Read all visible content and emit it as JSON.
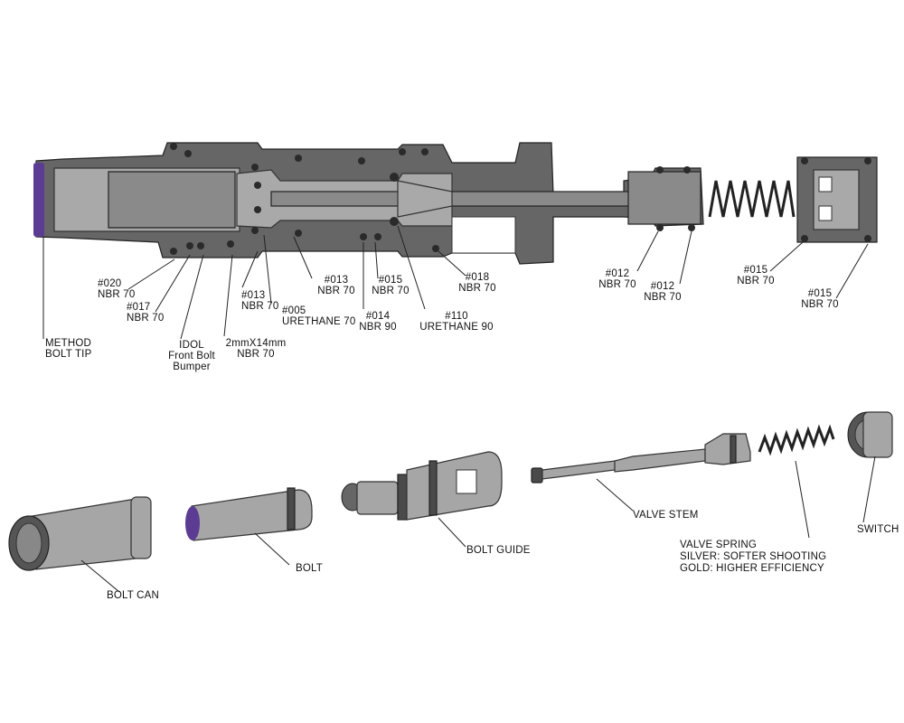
{
  "section_labels": [
    {
      "id": "l020",
      "lines": [
        "#020",
        "NBR 70"
      ]
    },
    {
      "id": "l017",
      "lines": [
        "#017",
        "NBR 70"
      ]
    },
    {
      "id": "lmethod",
      "lines": [
        "METHOD",
        "BOLT TIP"
      ]
    },
    {
      "id": "lidol",
      "lines": [
        "IDOL",
        "Front Bolt",
        "Bumper"
      ]
    },
    {
      "id": "l2mm",
      "lines": [
        "2mmX14mm",
        "NBR 70"
      ]
    },
    {
      "id": "l013a",
      "lines": [
        "#013",
        "NBR 70"
      ]
    },
    {
      "id": "l005",
      "lines": [
        "#005",
        "URETHANE 70"
      ]
    },
    {
      "id": "l013b",
      "lines": [
        "#013",
        "NBR 70"
      ]
    },
    {
      "id": "l014",
      "lines": [
        "#014",
        "NBR 90"
      ]
    },
    {
      "id": "l015a",
      "lines": [
        "#015",
        "NBR 70"
      ]
    },
    {
      "id": "l110",
      "lines": [
        "#110",
        "URETHANE 90"
      ]
    },
    {
      "id": "l018",
      "lines": [
        "#018",
        "NBR 70"
      ]
    },
    {
      "id": "l012a",
      "lines": [
        "#012",
        "NBR 70"
      ]
    },
    {
      "id": "l012b",
      "lines": [
        "#012",
        "NBR 70"
      ]
    },
    {
      "id": "l015b",
      "lines": [
        "#015",
        "NBR 70"
      ]
    },
    {
      "id": "l015c",
      "lines": [
        "#015",
        "NBR 70"
      ]
    }
  ],
  "part_labels": {
    "bolt_can": "BOLT CAN",
    "bolt": "BOLT",
    "bolt_guide": "BOLT GUIDE",
    "valve_stem": "VALVE STEM",
    "valve_spring": [
      "VALVE SPRING",
      "SILVER: SOFTER SHOOTING",
      "GOLD: HIGHER EFFICIENCY"
    ],
    "switch": "SWITCH"
  },
  "colors": {
    "housing": "#666666",
    "part": "#a6a6a6",
    "oring": "#2a2a2a",
    "bolt_tip": "#5b3c92"
  }
}
